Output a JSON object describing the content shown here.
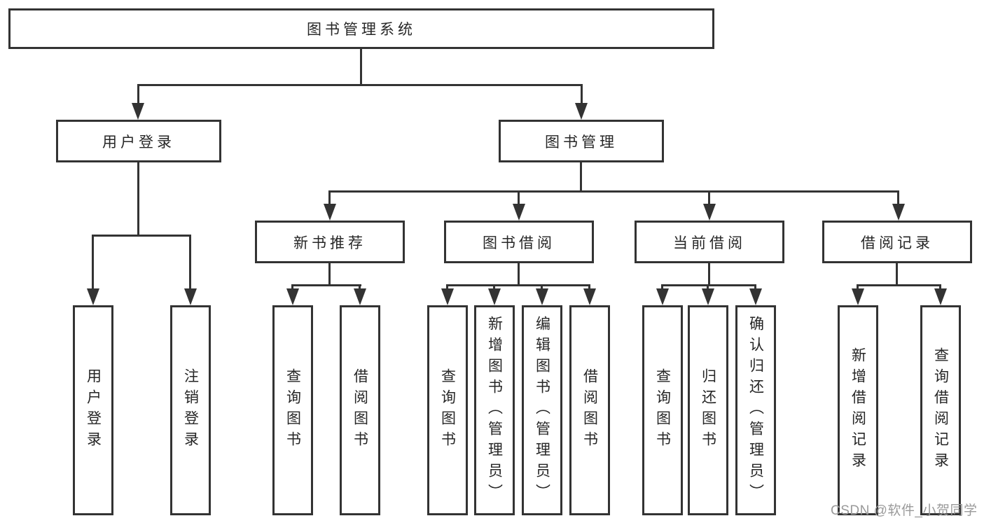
{
  "tree": {
    "label": "图书管理系统",
    "children": [
      {
        "label": "用户登录",
        "children": [
          {
            "label": "用户登录"
          },
          {
            "label": "注销登录"
          }
        ]
      },
      {
        "label": "图书管理",
        "children": [
          {
            "label": "新书推荐",
            "children": [
              {
                "label": "查询图书"
              },
              {
                "label": "借阅图书"
              }
            ]
          },
          {
            "label": "图书借阅",
            "children": [
              {
                "label": "查询图书"
              },
              {
                "label": "新增图书（管理员）"
              },
              {
                "label": "编辑图书（管理员）"
              },
              {
                "label": "借阅图书"
              }
            ]
          },
          {
            "label": "当前借阅",
            "children": [
              {
                "label": "查询图书"
              },
              {
                "label": "归还图书"
              },
              {
                "label": "确认归还（管理员）"
              }
            ]
          },
          {
            "label": "借阅记录",
            "children": [
              {
                "label": "新增借阅记录"
              },
              {
                "label": "查询借阅记录"
              }
            ]
          }
        ]
      }
    ]
  },
  "watermark": {
    "text": "CSDN @软件_小贺同学",
    "color": "#9a9a9a"
  },
  "colors": {
    "line": "#333333",
    "box_border": "#333333",
    "box_fill": "#ffffff",
    "text": "#262626",
    "background": "#ffffff"
  }
}
